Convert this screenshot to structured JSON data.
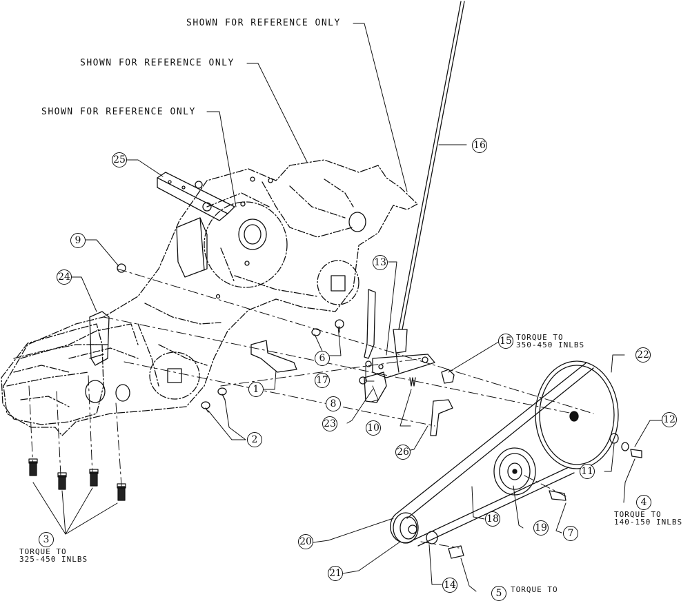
{
  "reference_notes": [
    "SHOWN FOR REFERENCE ONLY",
    "SHOWN FOR REFERENCE ONLY",
    "SHOWN FOR REFERENCE ONLY"
  ],
  "torque_notes": {
    "part3": [
      "TORQUE TO",
      "325-450 INLBS"
    ],
    "part15": [
      "TORQUE TO",
      "350-450 INLBS"
    ],
    "part4": [
      "TORQUE TO",
      "140-150 INLBS"
    ],
    "part5": [
      "TORQUE TO"
    ]
  },
  "callouts": {
    "c1": "1",
    "c2": "2",
    "c3": "3",
    "c4": "4",
    "c5": "5",
    "c6": "6",
    "c7": "7",
    "c8": "8",
    "c9": "9",
    "c10": "10",
    "c11": "11",
    "c12": "12",
    "c13": "13",
    "c14": "14",
    "c15": "15",
    "c16": "16",
    "c17": "17",
    "c18": "18",
    "c19": "19",
    "c20": "20",
    "c21": "21",
    "c22": "22",
    "c23": "23",
    "c24": "24",
    "c25": "25",
    "c26": "26"
  }
}
